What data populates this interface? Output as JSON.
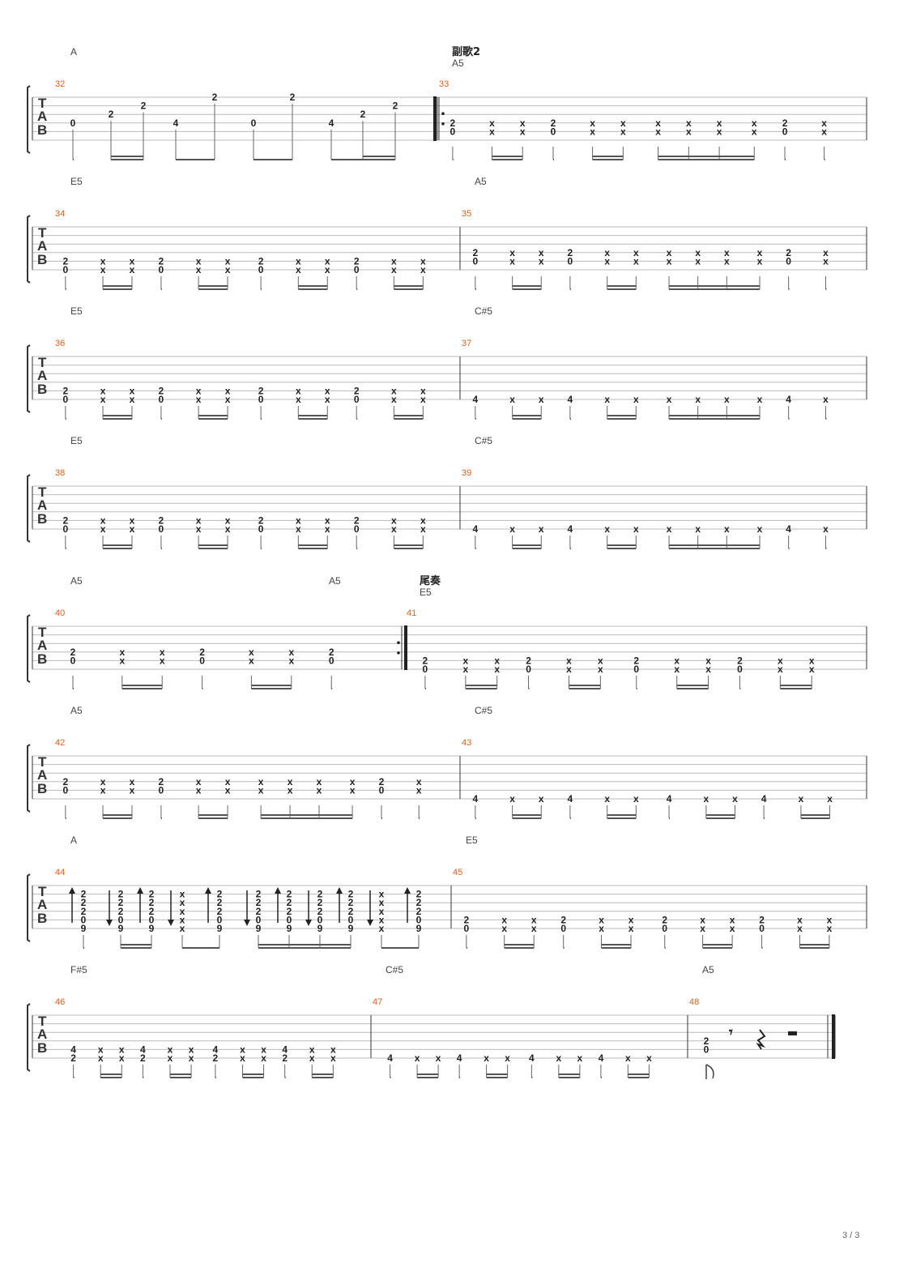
{
  "page": {
    "number_label": "3 / 3"
  },
  "rows": [
    {
      "measures": [
        {
          "num": "32",
          "chord": "A",
          "section": "",
          "notes": [
            {
              "f": [
                "0"
              ],
              "s": [
                4
              ]
            },
            {
              "f": [
                "2"
              ],
              "s": [
                3
              ]
            },
            {
              "f": [
                "2"
              ],
              "s": [
                2
              ]
            },
            {
              "f": [
                "4"
              ],
              "s": [
                4
              ]
            },
            {
              "f": [
                "2"
              ],
              "s": [
                1
              ]
            },
            {
              "f": [
                "0"
              ],
              "s": [
                4
              ]
            },
            {
              "f": [
                "2"
              ],
              "s": [
                1
              ]
            },
            {
              "f": [
                "4"
              ],
              "s": [
                4
              ]
            },
            {
              "f": [
                "2"
              ],
              "s": [
                3
              ]
            },
            {
              "f": [
                "2"
              ],
              "s": [
                2
              ]
            }
          ],
          "beams": [
            [
              0,
              0
            ],
            [
              1,
              2
            ],
            [
              3,
              4
            ],
            [
              5,
              6
            ],
            [
              7,
              9
            ]
          ],
          "double": [
            [
              1,
              2
            ],
            [
              8,
              9
            ]
          ],
          "repeat_start": false,
          "repeat_end": true
        },
        {
          "num": "33",
          "chord": "A5",
          "section": "副歌2",
          "notes": "A5_riff",
          "repeat_start": true
        }
      ]
    },
    {
      "measures": [
        {
          "num": "34",
          "chord": "E5",
          "section": "",
          "notes": "E5_riff"
        },
        {
          "num": "35",
          "chord": "A5",
          "section": "",
          "notes": "A5_riff"
        }
      ]
    },
    {
      "measures": [
        {
          "num": "36",
          "chord": "E5",
          "section": "",
          "notes": "E5_riff"
        },
        {
          "num": "37",
          "chord": "C#5",
          "section": "",
          "notes": "Cs5_riff"
        }
      ]
    },
    {
      "measures": [
        {
          "num": "38",
          "chord": "E5",
          "section": "",
          "notes": "E5_riff"
        },
        {
          "num": "39",
          "chord": "C#5",
          "section": "",
          "notes": "Cs5_riff"
        }
      ]
    },
    {
      "measures": [
        {
          "num": "40",
          "chord": "A5",
          "chord2": "A5",
          "section": "",
          "notes": "A5_short"
        },
        {
          "num": "41",
          "chord": "E5",
          "section": "尾奏",
          "notes": "E5_riff"
        }
      ]
    },
    {
      "measures": [
        {
          "num": "42",
          "chord": "A5",
          "section": "",
          "notes": "A5_riff"
        },
        {
          "num": "43",
          "chord": "C#5",
          "section": "",
          "notes": "Cs5_full"
        }
      ]
    },
    {
      "measures": [
        {
          "num": "44",
          "chord": "A",
          "section": "",
          "notes": "strum"
        },
        {
          "num": "45",
          "chord": "E5",
          "section": "",
          "notes": "E5_riff"
        }
      ]
    },
    {
      "measures": [
        {
          "num": "46",
          "chord": "F#5",
          "section": "",
          "notes": "Fs5_riff"
        },
        {
          "num": "47",
          "chord": "C#5",
          "section": "",
          "notes": "Cs5_full"
        },
        {
          "num": "48",
          "chord": "A5",
          "section": "",
          "notes": "end"
        }
      ]
    }
  ],
  "labels": {
    "tab_t": "T",
    "tab_a": "A",
    "tab_b": "B",
    "mute": "x"
  }
}
